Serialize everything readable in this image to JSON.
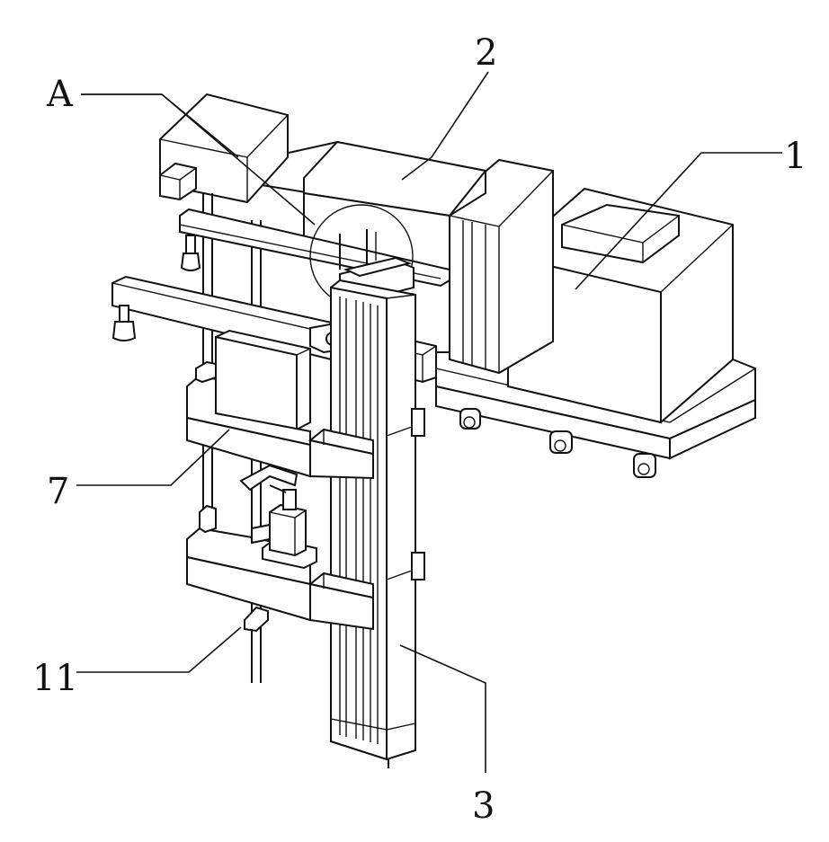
{
  "labels": {
    "label_1": "1",
    "label_2": "2",
    "label_3": "3",
    "label_7": "7",
    "label_11": "11",
    "label_A": "A"
  }
}
